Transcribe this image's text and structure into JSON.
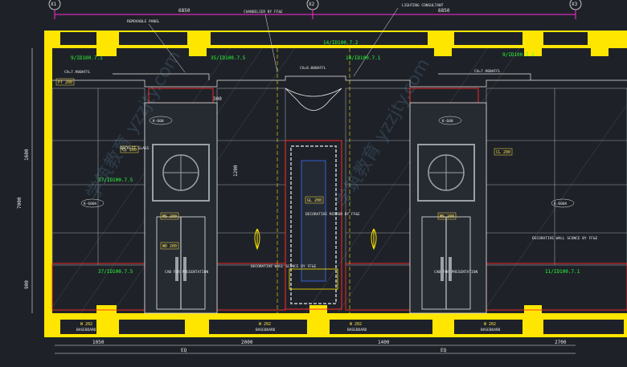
{
  "grid": {
    "x1": "X1",
    "x2": "X2",
    "x3": "X3"
  },
  "top_dims": {
    "bay1": "6850",
    "bay2": "6850"
  },
  "callouts": {
    "removable_panel": "REMOVABLE PANEL",
    "chandelier": "CHANDELIER BY FF&E",
    "lighting": "LIGHTING CONSULTANT",
    "backlit_glass": "BACKLIT GLASS",
    "decorative_mirror": "DECORATIVE MIRROR BY FF&E",
    "decorative_wall_sconce": "DECORATIVE WALL SCONCE BY FF&E",
    "cabinet": "CAB FOR PRESENTATION",
    "baseboard": "BASEBOARD"
  },
  "section_refs": {
    "left_top": "9/ID100.7.1",
    "left_top2": "35/ID100.7.5",
    "center_top": "14/ID100.7.2",
    "center_top2": "10/ID100.7.1",
    "right_top": "9/ID100.7.1",
    "left_mid": "37/ID100.7.5",
    "left_low": "37/ID100.7.5",
    "right_low": "11/ID100.7.1"
  },
  "level_marks": {
    "ch_left": "CH=7.900AFFL",
    "ch_center": "CH=8.000AFFL",
    "ch_right": "CH=7.900AFFL"
  },
  "tags": {
    "pt": "PT 200",
    "cl": "CL 200",
    "ms": "MS 200",
    "wd": "WD 200",
    "gl": "GL 200",
    "k600a": "K-600A",
    "k600": "K-600",
    "wc": "W 202"
  },
  "dims": {
    "d1400": "1400",
    "d2000": "2000",
    "d1600": "1600",
    "d1200": "1200",
    "d900": "900",
    "d1050": "1050",
    "d7000": "7000",
    "eq": "EQ",
    "d300": "300",
    "d2700": "2700"
  },
  "watermark": "学筑教育 yzzjty.com"
}
